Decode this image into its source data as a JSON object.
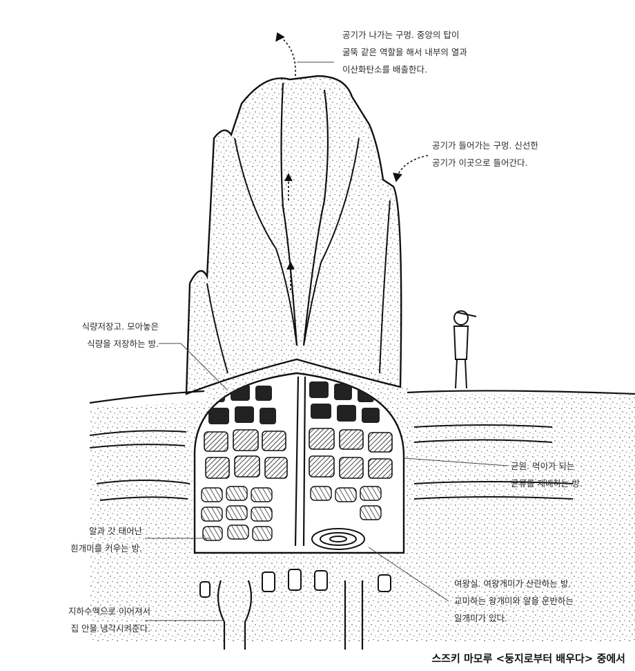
{
  "labels": {
    "exhaust": [
      "공기가 나가는 구멍. 중앙의 탑이",
      "굴뚝 같은 역할을 해서 내부의 열과",
      "이산화탄소를 배출한다."
    ],
    "intake": [
      "공기가 들어가는 구멍. 신선한",
      "공기가 이곳으로 들어간다."
    ],
    "food_storage": [
      "식량저장고. 모아놓은",
      "식량을 저장하는 방."
    ],
    "fungus_garden": [
      "균원. 먹이가 되는",
      "균류를 재배하는 방."
    ],
    "nursery": [
      "알과 갓 태어난",
      "흰개미를 키우는 방."
    ],
    "royal_chamber": [
      "여왕실. 여왕개미가 산란하는 방.",
      "교미하는 왕개미와 알을 운반하는",
      "일개미가 있다."
    ],
    "cooling": [
      "지하수맥으로 이어져서",
      "집 안을 냉각시켜준다."
    ]
  },
  "caption": "스즈키 마모루 <둥지로부터 배우다> 중에서"
}
